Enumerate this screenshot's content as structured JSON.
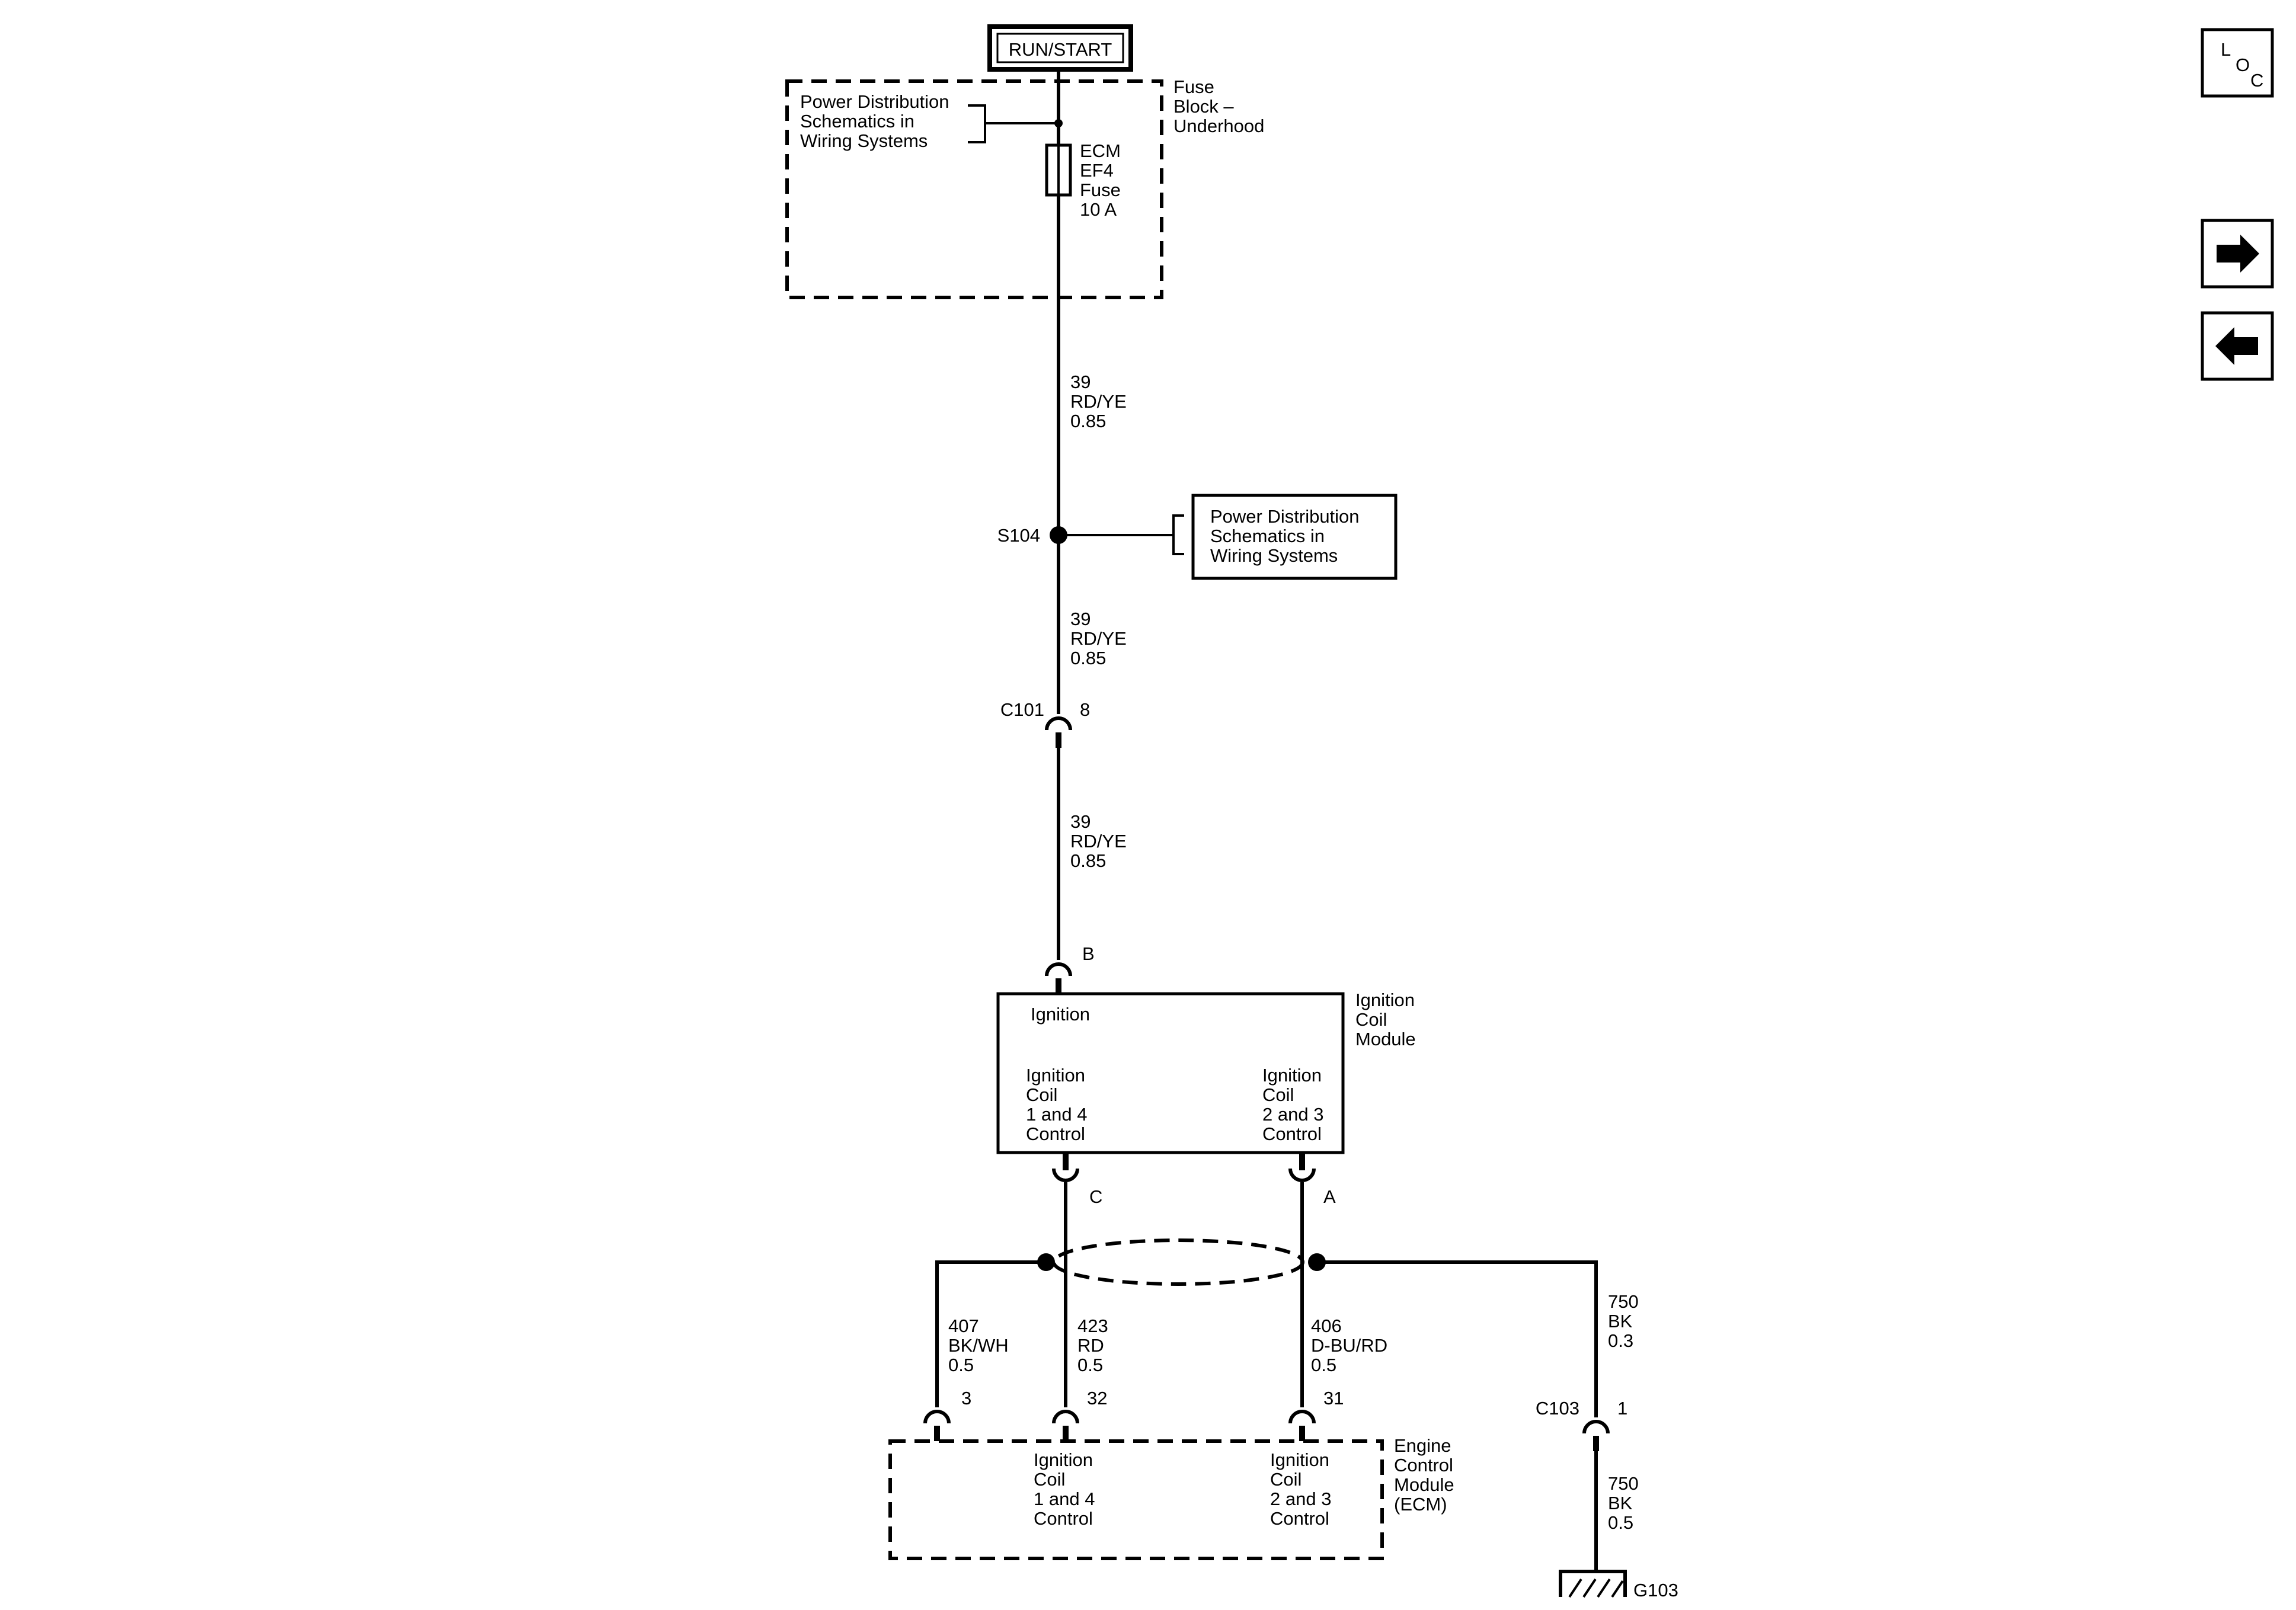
{
  "power_source": "RUN/START",
  "fuse_block": {
    "line1": "Fuse",
    "line2": "Block –",
    "line3": "Underhood"
  },
  "pds_ref_top": {
    "line1": "Power Distribution",
    "line2": "Schematics in",
    "line3": "Wiring Systems"
  },
  "fuse": {
    "line1": "ECM",
    "line2": "EF4",
    "line3": "Fuse",
    "line4": "10 A"
  },
  "wire_39_a": {
    "circuit": "39",
    "color": "RD/YE",
    "size": "0.85"
  },
  "splice": "S104",
  "pds_ref_mid": {
    "line1": "Power Distribution",
    "line2": "Schematics in",
    "line3": "Wiring Systems"
  },
  "wire_39_b": {
    "circuit": "39",
    "color": "RD/YE",
    "size": "0.85"
  },
  "connector_c101": {
    "name": "C101",
    "pin": "8"
  },
  "wire_39_c": {
    "circuit": "39",
    "color": "RD/YE",
    "size": "0.85"
  },
  "pin_b": "B",
  "icm": {
    "name": {
      "line1": "Ignition",
      "line2": "Coil",
      "line3": "Module"
    },
    "input": "Ignition",
    "left": {
      "line1": "Ignition",
      "line2": "Coil",
      "line3": "1 and 4",
      "line4": "Control"
    },
    "right": {
      "line1": "Ignition",
      "line2": "Coil",
      "line3": "2 and 3",
      "line4": "Control"
    }
  },
  "pin_c": "C",
  "pin_a": "A",
  "wire_407": {
    "circuit": "407",
    "color": "BK/WH",
    "size": "0.5",
    "pin": "3"
  },
  "wire_423": {
    "circuit": "423",
    "color": "RD",
    "size": "0.5",
    "pin": "32"
  },
  "wire_406": {
    "circuit": "406",
    "color": "D-BU/RD",
    "size": "0.5",
    "pin": "31"
  },
  "wire_750_a": {
    "circuit": "750",
    "color": "BK",
    "size": "0.3"
  },
  "connector_c103": {
    "name": "C103",
    "pin": "1"
  },
  "wire_750_b": {
    "circuit": "750",
    "color": "BK",
    "size": "0.5"
  },
  "ground": "G103",
  "ecm": {
    "name": {
      "line1": "Engine",
      "line2": "Control",
      "line3": "Module",
      "line4": "(ECM)"
    },
    "left": {
      "line1": "Ignition",
      "line2": "Coil",
      "line3": "1 and 4",
      "line4": "Control"
    },
    "right": {
      "line1": "Ignition",
      "line2": "Coil",
      "line3": "2 and 3",
      "line4": "Control"
    }
  },
  "nav": {
    "loc": {
      "l": "L",
      "o": "O",
      "c": "C"
    },
    "next_icon": "arrow-right-icon",
    "prev_icon": "arrow-left-icon"
  }
}
